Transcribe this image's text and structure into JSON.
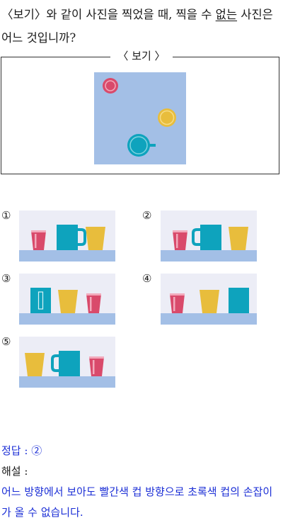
{
  "question": {
    "part1": "〈보기〉와 같이 사진을 찍었을 때, 찍을 수 ",
    "emphasis": "없는",
    "part2": " 사진은 어느 것입니까?"
  },
  "example_box": {
    "title": "〈 보기 〉"
  },
  "options": [
    {
      "number": "①"
    },
    {
      "number": "②"
    },
    {
      "number": "③"
    },
    {
      "number": "④"
    },
    {
      "number": "⑤"
    }
  ],
  "answer": {
    "label": "정답 : ②",
    "explanation_label": "해설 :",
    "explanation": "어느 방향에서 보아도 빨간색 컵 방향으로 초록색 컵의 손잡이가 올 수 없습니다."
  },
  "colors": {
    "table": "#a3bfe6",
    "shelf": "#a3bfe6",
    "red_cup": "#d94a6b",
    "red_cup_rim": "#f2a9bb",
    "teal_mug": "#0ea3bd",
    "yellow_cup": "#e8bd3c",
    "answer_text": "#1c2fd6"
  }
}
